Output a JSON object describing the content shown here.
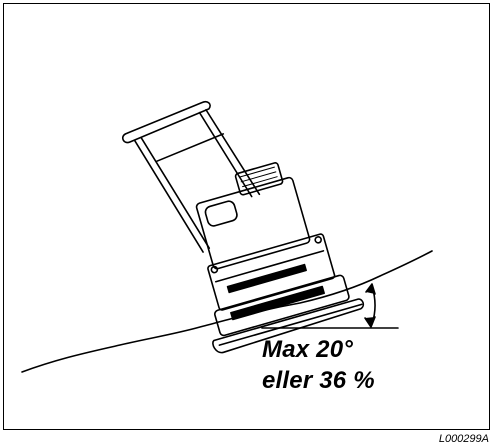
{
  "figure": {
    "angle_label_line1": "Max 20°",
    "angle_label_line2": "eller 36 %",
    "reference_code": "L000299A"
  },
  "colors": {
    "line": "#000000",
    "background": "#ffffff"
  }
}
